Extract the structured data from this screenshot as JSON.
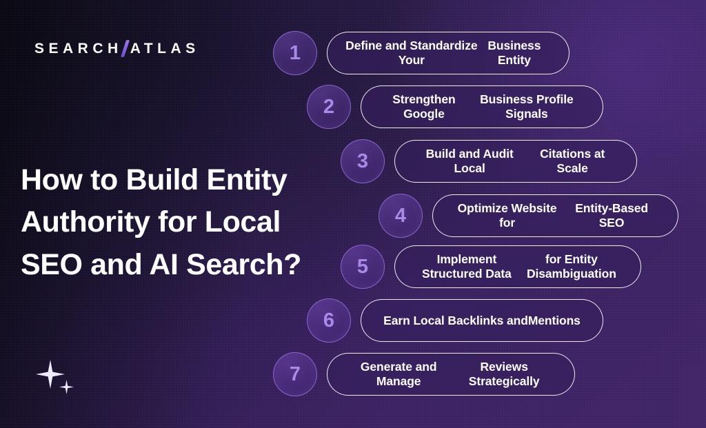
{
  "brand": {
    "name_left": "SEARCH",
    "name_right": "ATLAS",
    "slash_icon": "slash-icon",
    "accent_color": "#8a63e0"
  },
  "headline": {
    "line1": "How to Build Entity",
    "line2": "Authority for Local",
    "line3": "SEO and AI Search?"
  },
  "decor": {
    "sparkle_icon": "sparkle-icon",
    "sparkle_small_icon": "sparkle-small-icon"
  },
  "theme": {
    "background_dark": "#14101f",
    "background_purple": "#412567",
    "pill_border": "#ffffff",
    "pill_fill": "#351e5c",
    "badge_number_color": "#a98ae8",
    "badge_border": "#9670de",
    "text_color": "#ffffff"
  },
  "steps": [
    {
      "number": "1",
      "line1": "Define and Standardize Your",
      "line2": "Business Entity"
    },
    {
      "number": "2",
      "line1": "Strengthen Google",
      "line2": "Business Profile Signals"
    },
    {
      "number": "3",
      "line1": "Build and Audit Local",
      "line2": "Citations at Scale"
    },
    {
      "number": "4",
      "line1": "Optimize Website for",
      "line2": "Entity-Based SEO"
    },
    {
      "number": "5",
      "line1": "Implement Structured Data",
      "line2": "for Entity Disambiguation"
    },
    {
      "number": "6",
      "line1": "Earn Local Backlinks and",
      "line2": "Mentions"
    },
    {
      "number": "7",
      "line1": "Generate and Manage",
      "line2": "Reviews Strategically"
    }
  ]
}
